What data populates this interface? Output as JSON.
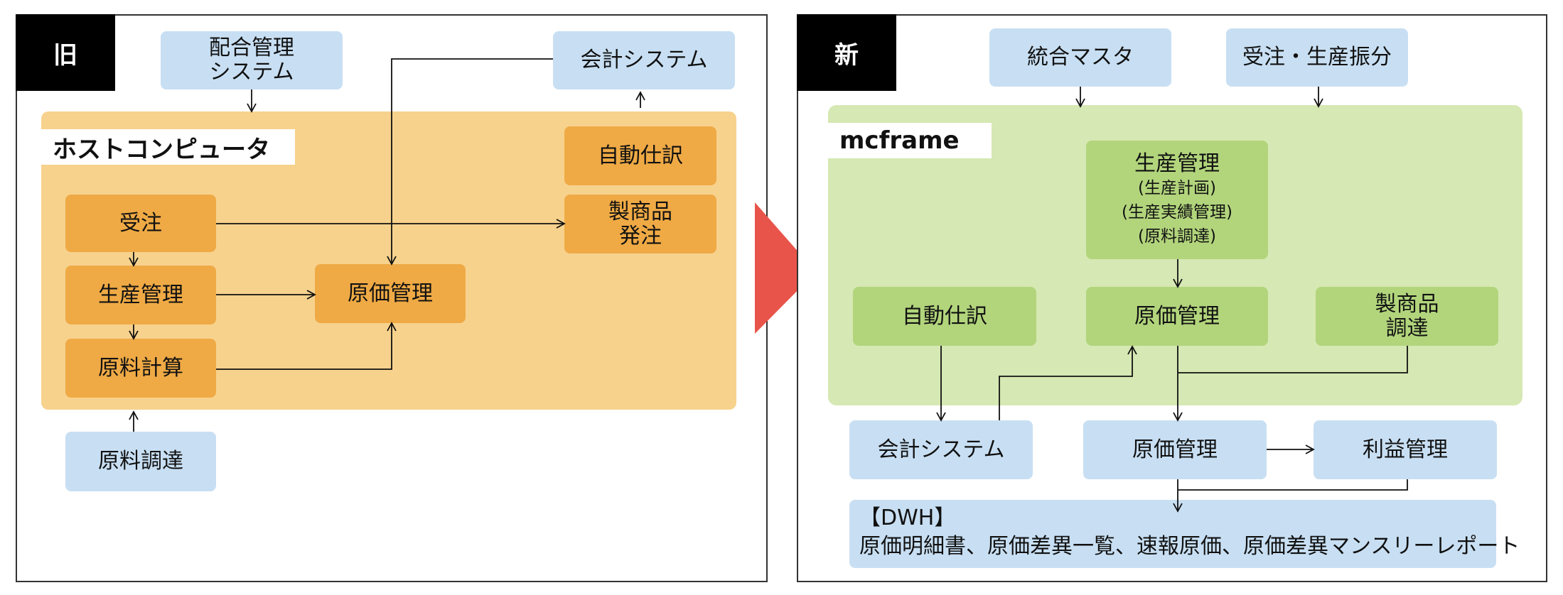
{
  "old": {
    "tag": "旧",
    "host_label": "ホストコンピュータ",
    "boxes": {
      "haigo": "配合管理\nシステム",
      "kaikei": "会計システム",
      "jido": "自動仕訳",
      "seishohin": "製商品\n発注",
      "juchu": "受注",
      "seisan": "生産管理",
      "genryo_keisan": "原料計算",
      "genka": "原価管理",
      "genryo_chotatsu": "原料調達"
    }
  },
  "new": {
    "tag": "新",
    "mcframe_label": "mcframe",
    "boxes": {
      "togo": "統合マスタ",
      "juchu_haibun": "受注・生産振分",
      "seisan_title": "生産管理",
      "seisan_lines": [
        "(生産計画)",
        "(生産実績管理)",
        "(原料調達)"
      ],
      "jido": "自動仕訳",
      "genka": "原価管理",
      "seishohin": "製商品\n調達",
      "kaikei": "会計システム",
      "genka2": "原価管理",
      "rieki": "利益管理",
      "dwh_title": "【DWH】",
      "dwh_text": "原価明細書、原価差異一覧、速報原価、原価差異マンスリーレポート"
    }
  },
  "colors": {
    "blue": "#c8dff3",
    "orange": "#efaa45",
    "orange_region": "#f7d28d",
    "green": "#b2d57c",
    "green_region": "#d6e8b3",
    "arrow": "#e8544a"
  }
}
